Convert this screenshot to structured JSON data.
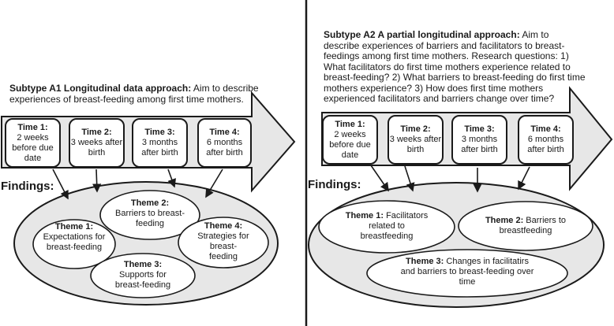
{
  "colors": {
    "shape_fill": "#e7e7e7",
    "outline": "#1a1a1a",
    "node_fill": "#ffffff",
    "text": "#1a1a1a",
    "background": "#ffffff"
  },
  "panels": {
    "left": {
      "title_bold": "Subtype A1 Longitudinal data approach:",
      "title_rest": " Aim to describe experiences of breast-feeding among first time mothers.",
      "findings_label": "Findings:",
      "time_boxes": [
        {
          "label": "Time 1:",
          "desc": "2 weeks before due date"
        },
        {
          "label": "Time 2:",
          "desc": "3 weeks after birth"
        },
        {
          "label": "Time 3:",
          "desc": "3 months after birth"
        },
        {
          "label": "Time 4:",
          "desc": "6 months after birth"
        }
      ],
      "themes": [
        {
          "label": "Theme 1:",
          "desc": "Expectations for breast-feeding"
        },
        {
          "label": "Theme 2:",
          "desc": "Barriers to breast-feeding"
        },
        {
          "label": "Theme 3:",
          "desc": "Supports for breast-feeding"
        },
        {
          "label": "Theme 4:",
          "desc": "Strategies for breast-feeding"
        }
      ]
    },
    "right": {
      "title_bold": "Subtype A2 A partial longitudinal approach:",
      "title_rest": " Aim to describe experiences of barriers and facilitators to breast-feedings among first time mothers. Research questions: 1) What facilitators do first time mothers experience related to breast-feeding? 2) What barriers to breast-feeding do first time mothers experience? 3) How does first time mothers experienced facilitators and barriers change over time?",
      "findings_label": "Findings:",
      "time_boxes": [
        {
          "label": "Time 1:",
          "desc": "2 weeks before due date"
        },
        {
          "label": "Time 2:",
          "desc": "3 weeks after birth"
        },
        {
          "label": "Time 3:",
          "desc": "3 months after birth"
        },
        {
          "label": "Time 4:",
          "desc": "6 months after birth"
        }
      ],
      "themes": [
        {
          "label": "Theme 1:",
          "desc": "Facilitators related to breastfeeding"
        },
        {
          "label": "Theme 2:",
          "desc": "Barriers to breastfeeding"
        },
        {
          "label": "Theme 3:",
          "desc": "Changes in facilitatirs and barriers to breast-feeding over time"
        }
      ]
    }
  }
}
